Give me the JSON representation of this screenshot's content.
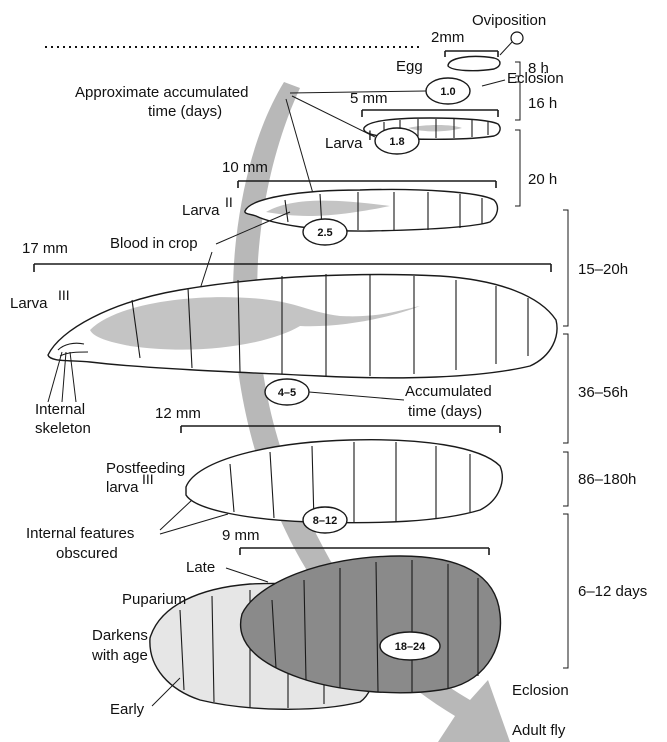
{
  "colors": {
    "arrow": "#b8b8b8",
    "blood": "#c4c4c4",
    "late_puparium": "#8a8a8a",
    "early_puparium": "#e6e6e6",
    "outline": "#1a1a1a"
  },
  "labels": {
    "oviposition": "Oviposition",
    "egg": "Egg",
    "eclosion_top": "Eclosion",
    "approx_time_line1": "Approximate accumulated",
    "approx_time_line2": "time (days)",
    "larva1": "Larva",
    "larva1_sup": "I",
    "larva2": "Larva",
    "larva2_sup": "II",
    "blood_in_crop": "Blood in crop",
    "larva3": "Larva",
    "larva3_sup": "III",
    "internal_skeleton_line1": "Internal",
    "internal_skeleton_line2": "skeleton",
    "accum_time_line1": "Accumulated",
    "accum_time_line2": "time (days)",
    "postfeeding_line1": "Postfeeding",
    "postfeeding_line2": "larva",
    "postfeeding_sup": "III",
    "internal_obscured_line1": "Internal features",
    "internal_obscured_line2": "obscured",
    "late": "Late",
    "puparium": "Puparium",
    "darkens_line1": "Darkens",
    "darkens_line2": "with age",
    "early": "Early",
    "eclosion_bottom": "Eclosion",
    "adult_fly": "Adult fly"
  },
  "scales": {
    "egg": "2mm",
    "larva1": "5 mm",
    "larva2": "10 mm",
    "larva3": "17 mm",
    "postfeeding": "12 mm",
    "puparium": "9 mm"
  },
  "day_badges": {
    "egg": "1.0",
    "larva1": "1.8",
    "larva2": "2.5",
    "larva3": "4–5",
    "postfeeding": "8–12",
    "puparium": "18–24"
  },
  "durations": {
    "egg": "8 h",
    "larva1": "16 h",
    "larva2": "20 h",
    "larva3_feeding": "15–20h",
    "larva3_late": "36–56h",
    "postfeeding": "86–180h",
    "puparium": "6–12 days"
  }
}
